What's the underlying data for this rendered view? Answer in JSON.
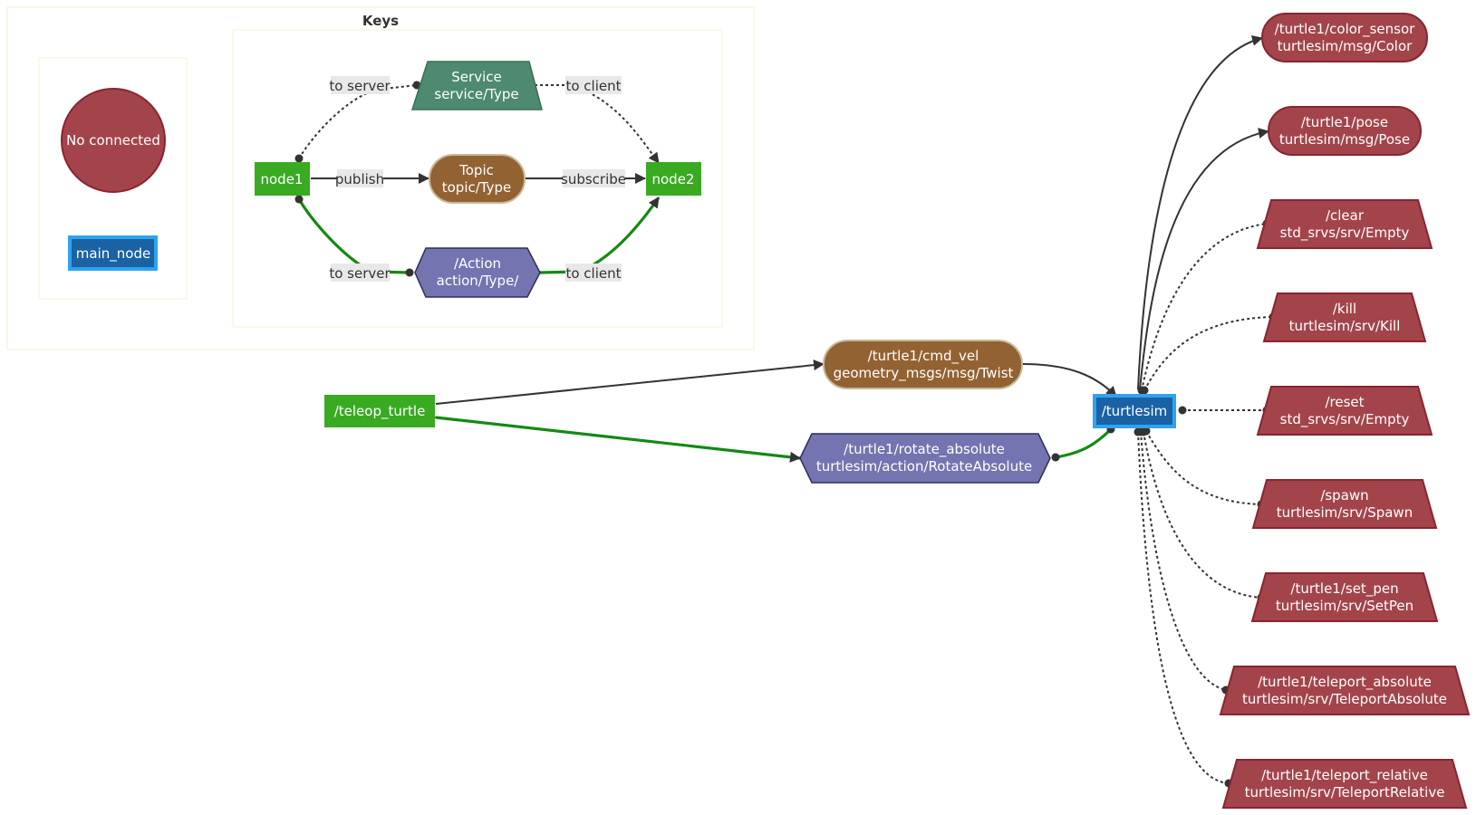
{
  "colors": {
    "node": "#3aaa22",
    "main_node_fill": "#1a62a4",
    "main_node_border": "#2fa3f0",
    "topic": "#936232",
    "service": "#4d8a6f",
    "action": "#7474b0",
    "unconnected": "#a3444b",
    "edge": "#333333",
    "action_edge": "#138a13",
    "label_bg": "#e8e8e8"
  },
  "keys": {
    "title": "Keys",
    "no_connected": "No connected",
    "main_node": "main_node",
    "node1": "node1",
    "node2": "node2",
    "service": [
      "Service",
      "service/Type"
    ],
    "topic": [
      "Topic",
      "topic/Type"
    ],
    "action": [
      "/Action",
      "action/Type/"
    ],
    "label_to_server_service": "to server",
    "label_to_client_service": "to client",
    "label_publish": "publish",
    "label_subscribe": "subscribe",
    "label_to_server_action": "to server",
    "label_to_client_action": "to client"
  },
  "graph": {
    "teleop": "/teleop_turtle",
    "turtlesim": "/turtlesim",
    "cmd_vel": [
      "/turtle1/cmd_vel",
      "geometry_msgs/msg/Twist"
    ],
    "rotate_absolute": [
      "/turtle1/rotate_absolute",
      "turtlesim/action/RotateAbsolute"
    ],
    "color_sensor": [
      "/turtle1/color_sensor",
      "turtlesim/msg/Color"
    ],
    "pose": [
      "/turtle1/pose",
      "turtlesim/msg/Pose"
    ],
    "clear": [
      "/clear",
      "std_srvs/srv/Empty"
    ],
    "kill": [
      "/kill",
      "turtlesim/srv/Kill"
    ],
    "reset": [
      "/reset",
      "std_srvs/srv/Empty"
    ],
    "spawn": [
      "/spawn",
      "turtlesim/srv/Spawn"
    ],
    "set_pen": [
      "/turtle1/set_pen",
      "turtlesim/srv/SetPen"
    ],
    "teleport_absolute": [
      "/turtle1/teleport_absolute",
      "turtlesim/srv/TeleportAbsolute"
    ],
    "teleport_relative": [
      "/turtle1/teleport_relative",
      "turtlesim/srv/TeleportRelative"
    ]
  }
}
